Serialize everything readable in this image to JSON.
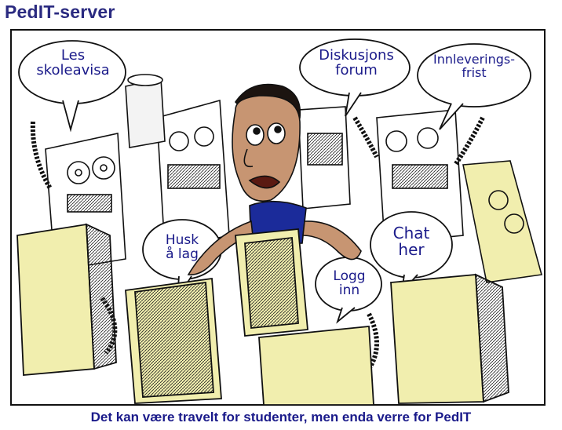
{
  "title": "PedIT-server",
  "caption": "Det kan være travelt for studenter, men enda verre for PedIT",
  "bubbles": {
    "les": {
      "line1": "Les",
      "line2": "skoleavisa"
    },
    "diskusjon": {
      "line1": "Diskusjons",
      "line2": "forum"
    },
    "innlevering": {
      "line1": "Innleverings-",
      "line2": "frist"
    },
    "husk": {
      "line1": "Husk",
      "line2": "å lag"
    },
    "chat": {
      "line1": "Chat",
      "line2": "her"
    },
    "logg": {
      "line1": "Logg",
      "line2": "inn"
    }
  },
  "colors": {
    "title": "#2a2a80",
    "caption": "#1a1a8a",
    "bubble_text": "#1a1a8a",
    "terminal": "#f1eeae",
    "skin": "#c79572",
    "hair": "#1c1410",
    "shirt": "#1b2b9a"
  },
  "icons": [
    "speech-bubble",
    "computer-terminal",
    "mainframe-cabinet",
    "tape-reel",
    "robot-arm",
    "cartoon-man"
  ]
}
